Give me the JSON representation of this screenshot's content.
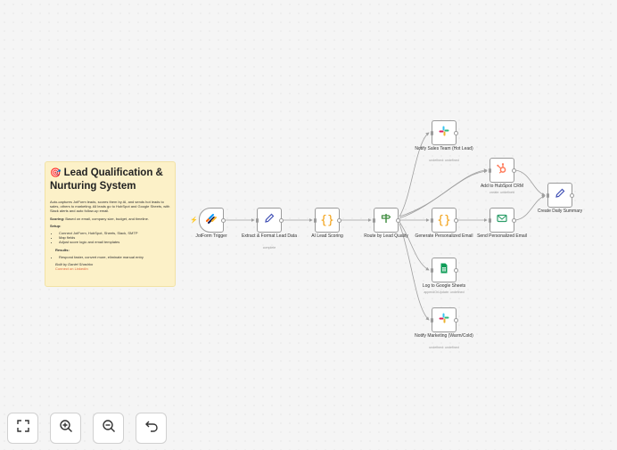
{
  "sticky_note": {
    "emoji": "🎯",
    "title": "Lead Qualification & Nurturing System",
    "description": "Auto-captures JotForm leads, scores them by AI, and sends hot leads to sales, others to marketing. All leads go to HubSpot and Google Sheets, with Slack alerts and auto follow-up email.",
    "scoring_label": "Scoring:",
    "scoring_text": " Based on email, company size, budget, and timeline.",
    "setup_label": "Setup:",
    "setup_items": [
      "Connect JotForm, HubSpot, Sheets, Slack, SMTP",
      "Map fields",
      "Adjust score logic and email templates"
    ],
    "results_label": "Results:",
    "results_text": "Respond faster, convert more, eliminate manual entry",
    "author": "Built by Daniel Shashko",
    "link": "Connect on LinkedIn"
  },
  "nodes": [
    {
      "id": "jotform",
      "label": "JotForm Trigger",
      "sub": "",
      "icon": "jotform-icon"
    },
    {
      "id": "extract",
      "label": "Extract & Format Lead Data",
      "sub": "complete",
      "icon": "pencil-icon"
    },
    {
      "id": "ai_score",
      "label": "AI Lead Scoring",
      "sub": "",
      "icon": "code-braces-icon"
    },
    {
      "id": "route",
      "label": "Route by Lead Quality",
      "sub": "",
      "icon": "signpost-icon"
    },
    {
      "id": "notify_sales",
      "label": "Notify Sales Team (Hot Lead)",
      "sub": "undefined: undefined",
      "icon": "slack-icon"
    },
    {
      "id": "hubspot",
      "label": "Add to HubSpot CRM",
      "sub": "create: undefined",
      "icon": "hubspot-icon"
    },
    {
      "id": "gen_email",
      "label": "Generate Personalized Email",
      "sub": "",
      "icon": "code-braces-icon"
    },
    {
      "id": "send_email",
      "label": "Send Personalized Email",
      "sub": "",
      "icon": "email-icon"
    },
    {
      "id": "sheets",
      "label": "Log to Google Sheets",
      "sub": "appendOrUpdate: undefined",
      "icon": "google-sheets-icon"
    },
    {
      "id": "notify_marketing",
      "label": "Notify Marketing (Warm/Cold)",
      "sub": "undefined: undefined",
      "icon": "slack-icon"
    },
    {
      "id": "daily_summary",
      "label": "Create Daily Summary",
      "sub": "",
      "icon": "pencil-icon"
    }
  ],
  "controls": [
    {
      "name": "fit-view-button",
      "icon": "fullscreen-icon"
    },
    {
      "name": "zoom-in-button",
      "icon": "zoom-in-icon"
    },
    {
      "name": "zoom-out-button",
      "icon": "zoom-out-icon"
    },
    {
      "name": "undo-button",
      "icon": "undo-icon"
    }
  ],
  "colors": {
    "canvas": "#f5f5f5",
    "note": "#fcf1c8",
    "node_border": "#9b9b9b",
    "edge": "#a0a0a0",
    "trigger_bolt": "#ff6d5a",
    "link": "#e2653e"
  }
}
